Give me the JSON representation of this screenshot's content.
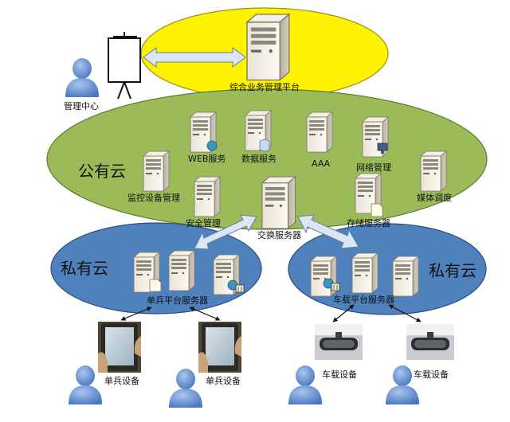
{
  "top": {
    "label": "综合业务管理平台"
  },
  "management": {
    "label": "管理中心"
  },
  "public_cloud": {
    "label": "公有云",
    "servers": {
      "web": "WEB服务",
      "data": "数据服务",
      "aaa": "AAA",
      "network": "网络管理",
      "monitor": "监控设备管理",
      "media": "媒体调度",
      "security": "安全管理",
      "storage": "存储服务器",
      "exchange": "交换服务器"
    }
  },
  "private_cloud_left": {
    "label": "私有云",
    "server_label": "单兵平台服务器"
  },
  "private_cloud_right": {
    "label": "私有云",
    "server_label": "车载平台服务器"
  },
  "devices": {
    "soldier_1": "单兵设备",
    "soldier_2": "单兵设备",
    "vehicle_1": "车载设备",
    "vehicle_2": "车载设备"
  },
  "colors": {
    "top_ellipse": "#fff200",
    "public_cloud": "#9bbb59",
    "private_cloud": "#4f81bd",
    "arrow_fill": "#dce6f2",
    "person": "#5b8bd0"
  }
}
